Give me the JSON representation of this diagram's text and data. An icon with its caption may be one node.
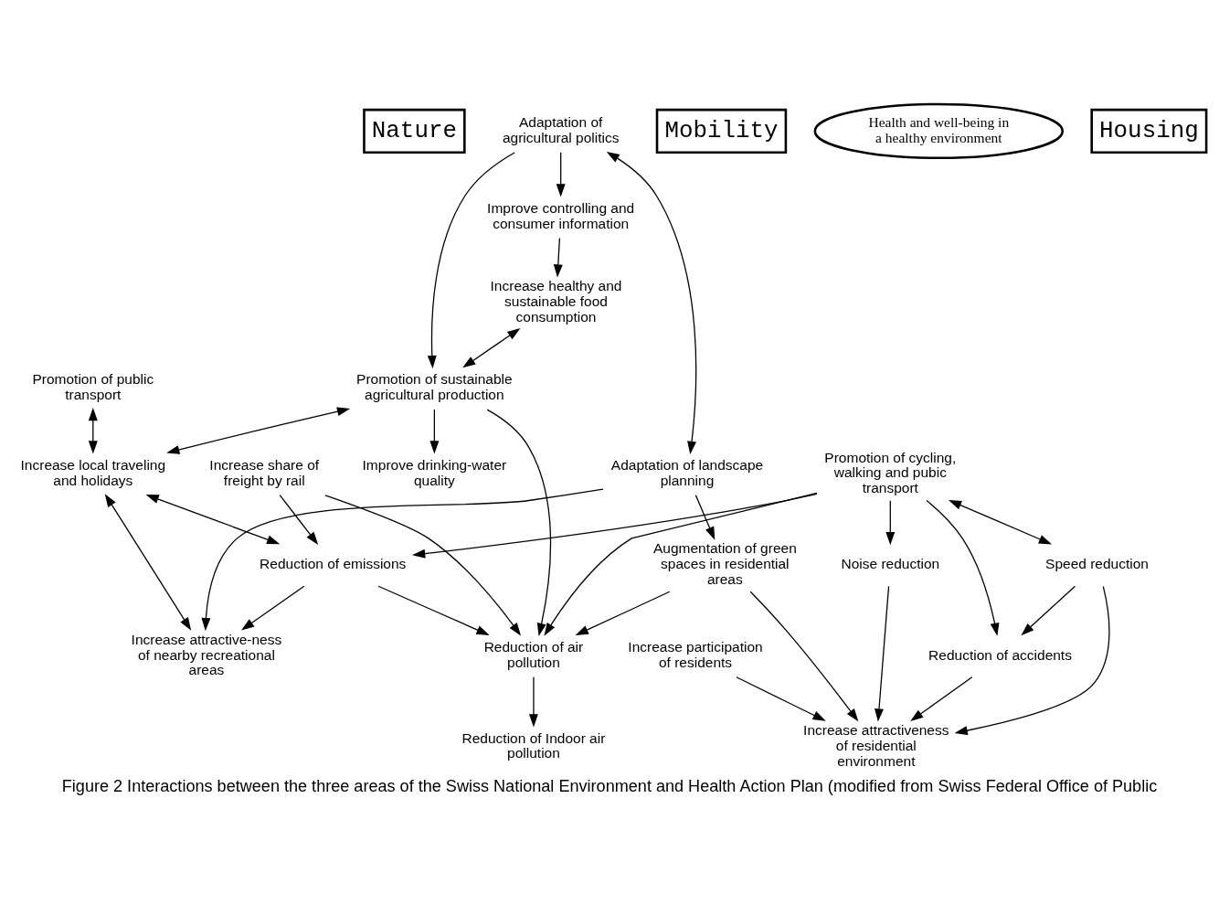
{
  "diagram": {
    "caption": "Figure 2 Interactions between the three areas of the Swiss National Environment and Health Action Plan (modified from Swiss Federal Office of Public",
    "nodes": [
      {
        "text": [
          "Nature"
        ]
      },
      {
        "text": [
          "Improve controlling and consumer information"
        ]
      },
      {
        "text": [
          "Mobility"
        ]
      },
      {
        "text": [
          "Promotion of public transport"
        ]
      },
      {
        "text": [
          "Increase healthy and sustainable food consumption"
        ]
      },
      {
        "text": [
          "Increase local traveling and holidays"
        ]
      },
      {
        "text": [
          "Reduction of emissions"
        ]
      },
      {
        "text": [
          "Promotion of sustainable agricultural production"
        ]
      },
      {
        "text": [
          "Increase share of freight by rail"
        ]
      },
      {
        "text": [
          "Improve drinking-water quality"
        ]
      },
      {
        "text": [
          "Health and well-being in a healthy environment"
        ]
      },
      {
        "text": [
          "Promotion of cycling, walking and pubic transport"
        ]
      },
      {
        "text": [
          "Adaptation of agricultural politics"
        ]
      },
      {
        "text": [
          "Increase attractive-ness of nearby recreational areas"
        ]
      },
      {
        "text": [
          "Adaptation of landscape planning"
        ]
      },
      {
        "text": [
          "Augmentation of green spaces in residential areas"
        ]
      },
      {
        "text": [
          "Reduction of accidents"
        ]
      },
      {
        "text": [
          "Speed reduction"
        ]
      },
      {
        "text": [
          "Reduction of air pollution"
        ]
      },
      {
        "text": [
          "Reduction of Indoor air pollution"
        ]
      },
      {
        "text": [
          "Noise reduction"
        ]
      },
      {
        "text": [
          "Housing"
        ]
      },
      {
        "text": [
          "Increase attractiveness of residential environment"
        ]
      },
      {
        "text": [
          "Increase participation of residents"
        ]
      }
    ],
    "edges": [
      {
        "from": 12,
        "to": 1,
        "arrow": "to"
      },
      {
        "from": 1,
        "to": 4,
        "arrow": "to"
      },
      {
        "from": 4,
        "to": 7,
        "arrow": "both"
      },
      {
        "from": 7,
        "to": 5,
        "arrow": "both"
      },
      {
        "from": 7,
        "to": 9,
        "arrow": "to"
      },
      {
        "from": 12,
        "to": 7,
        "arrow": "to"
      },
      {
        "from": 12,
        "to": 14,
        "arrow": "both"
      },
      {
        "from": 14,
        "to": 15,
        "arrow": "to"
      },
      {
        "from": 14,
        "to": 13,
        "arrow": "to"
      },
      {
        "from": 3,
        "to": 5,
        "arrow": "both"
      },
      {
        "from": 5,
        "to": 6,
        "arrow": "both"
      },
      {
        "from": 5,
        "to": 13,
        "arrow": "both"
      },
      {
        "from": 6,
        "to": 13,
        "arrow": "to"
      },
      {
        "from": 7,
        "to": 18,
        "arrow": "to"
      },
      {
        "from": 6,
        "to": 18,
        "arrow": "to"
      },
      {
        "from": 8,
        "to": 18,
        "arrow": "to"
      },
      {
        "from": 11,
        "to": 6,
        "arrow": "to"
      },
      {
        "from": 8,
        "to": 6,
        "arrow": "to"
      },
      {
        "from": 11,
        "to": 18,
        "arrow": "to"
      },
      {
        "from": 11,
        "to": 20,
        "arrow": "to"
      },
      {
        "from": 11,
        "to": 16,
        "arrow": "to"
      },
      {
        "from": 11,
        "to": 17,
        "arrow": "both"
      },
      {
        "from": 17,
        "to": 16,
        "arrow": "to"
      },
      {
        "from": 16,
        "to": 22,
        "arrow": "to"
      },
      {
        "from": 17,
        "to": 22,
        "arrow": "to"
      },
      {
        "from": 20,
        "to": 22,
        "arrow": "to"
      },
      {
        "from": 18,
        "to": 19,
        "arrow": "to"
      },
      {
        "from": 15,
        "to": 18,
        "arrow": "to"
      },
      {
        "from": 15,
        "to": 22,
        "arrow": "to"
      },
      {
        "from": 23,
        "to": 22,
        "arrow": "to"
      }
    ]
  }
}
